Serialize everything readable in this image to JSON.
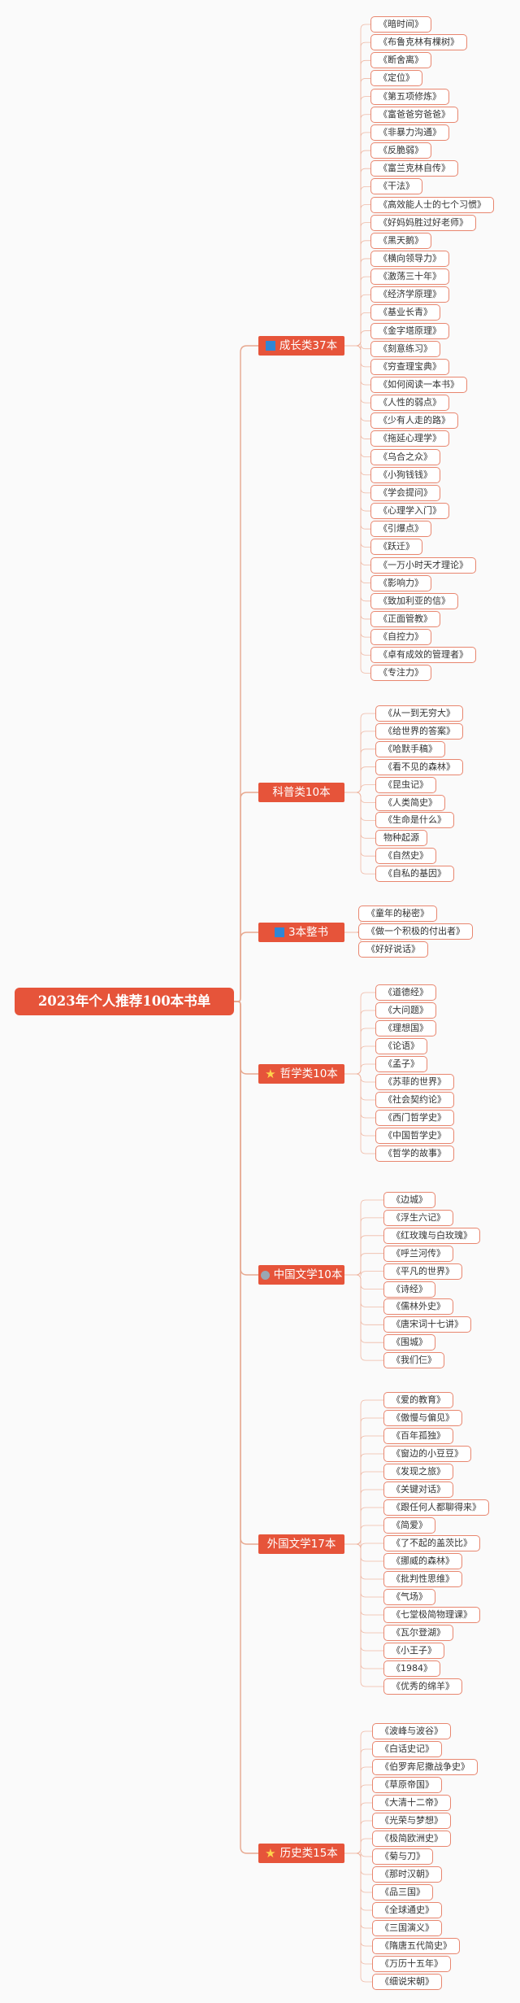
{
  "root": {
    "title": "2023年个人推荐100本书单"
  },
  "categories": [
    {
      "label": "成长类37本",
      "icon": "blue-square-icon",
      "items": [
        "《暗时间》",
        "《布鲁克林有棵树》",
        "《断舍离》",
        "《定位》",
        "《第五项修炼》",
        "《富爸爸穷爸爸》",
        "《非暴力沟通》",
        "《反脆弱》",
        "《富兰克林自传》",
        "《干法》",
        "《高效能人士的七个习惯》",
        "《好妈妈胜过好老师》",
        "《黑天鹅》",
        "《横向领导力》",
        "《激荡三十年》",
        "《经济学原理》",
        "《基业长青》",
        "《金字塔原理》",
        "《刻意练习》",
        "《穷查理宝典》",
        "《如何阅读一本书》",
        "《人性的弱点》",
        "《少有人走的路》",
        "《拖延心理学》",
        "《乌合之众》",
        "《小狗钱钱》",
        "《学会提问》",
        "《心理学入门》",
        "《引爆点》",
        "《跃迁》",
        "《一万小时天才理论》",
        "《影响力》",
        "《致加利亚的信》",
        "《正面管教》",
        "《自控力》",
        "《卓有成效的管理者》",
        "《专注力》"
      ]
    },
    {
      "label": "科普类10本",
      "icon": "",
      "items": [
        "《从一到无穷大》",
        "《给世界的答案》",
        "《哈默手稿》",
        "《看不见的森林》",
        "《昆虫记》",
        "《人类简史》",
        "《生命是什么》",
        "物种起源",
        "《自然史》",
        "《自私的基因》"
      ]
    },
    {
      "label": "3本整书",
      "icon": "blue-square-icon",
      "items": [
        "《童年的秘密》",
        "《做一个积极的付出者》",
        "《好好说话》"
      ]
    },
    {
      "label": "哲学类10本",
      "icon": "star-icon",
      "items": [
        "《道德经》",
        "《大问题》",
        "《理想国》",
        "《论语》",
        "《孟子》",
        "《苏菲的世界》",
        "《社会契约论》",
        "《西门哲学史》",
        "《中国哲学史》",
        "《哲学的故事》"
      ]
    },
    {
      "label": "中国文学10本",
      "icon": "gray-dot-icon",
      "items": [
        "《边城》",
        "《浮生六记》",
        "《红玫瑰与白玫瑰》",
        "《呼兰河传》",
        "《平凡的世界》",
        "《诗经》",
        "《儒林外史》",
        "《唐宋词十七讲》",
        "《围城》",
        "《我们仨》"
      ]
    },
    {
      "label": "外国文学17本",
      "icon": "",
      "items": [
        "《爱的教育》",
        "《傲慢与偏见》",
        "《百年孤独》",
        "《窗边的小豆豆》",
        "《发现之旅》",
        "《关键对话》",
        "《跟任何人都聊得来》",
        "《简爱》",
        "《了不起的盖茨比》",
        "《挪威的森林》",
        "《批判性思维》",
        "《气场》",
        "《七堂极简物理课》",
        "《瓦尔登湖》",
        "《小王子》",
        "《1984》",
        "《优秀的绵羊》"
      ]
    },
    {
      "label": "历史类15本",
      "icon": "star-icon",
      "items": [
        "《波峰与波谷》",
        "《白话史记》",
        "《伯罗奔尼撒战争史》",
        "《草原帝国》",
        "《大清十二帝》",
        "《光荣与梦想》",
        "《极简欧洲史》",
        "《菊与刀》",
        "《那时汉朝》",
        "《品三国》",
        "《全球通史》",
        "《三国演义》",
        "《隋唐五代简史》",
        "《万历十五年》",
        "《细说宋朝》"
      ]
    }
  ]
}
